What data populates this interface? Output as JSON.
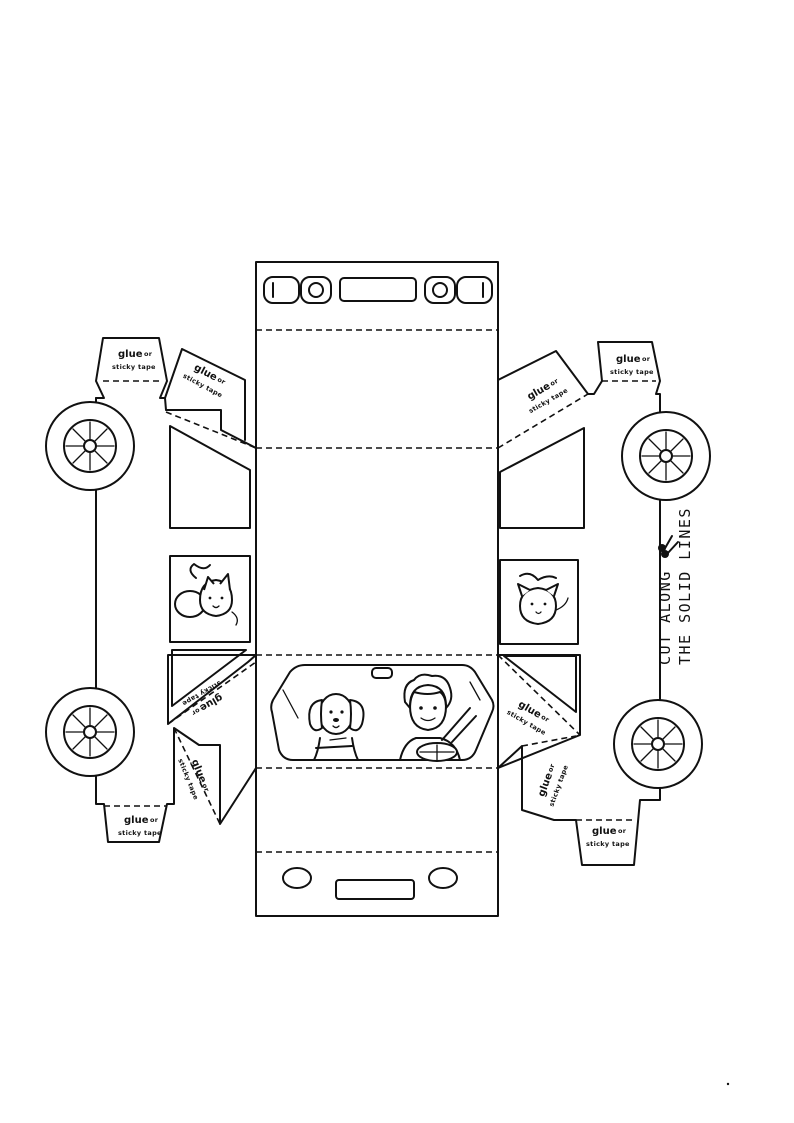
{
  "glue_tabs": [
    {
      "line1": "glue",
      "line1b": "or",
      "line2": "sticky tape"
    },
    {
      "line1": "glue",
      "line1b": "or",
      "line2": "sticky tape"
    },
    {
      "line1": "glue",
      "line1b": "or",
      "line2": "sticky tape"
    },
    {
      "line1": "glue",
      "line1b": "or",
      "line2": "sticky tape"
    },
    {
      "line1": "glue",
      "line1b": "or",
      "line2": "sticky tape"
    },
    {
      "line1": "glue",
      "line1b": "or",
      "line2": "sticky tape"
    },
    {
      "line1": "glue",
      "line1b": "or",
      "line2": "sticky tape"
    },
    {
      "line1": "glue",
      "line1b": "or",
      "line2": "sticky tape"
    }
  ],
  "instruction": {
    "line1": "CUT ALONG",
    "line2": "THE SOLID LINES",
    "icon": "scissors-icon"
  },
  "characters": [
    "dog",
    "boy",
    "cat",
    "cat"
  ]
}
